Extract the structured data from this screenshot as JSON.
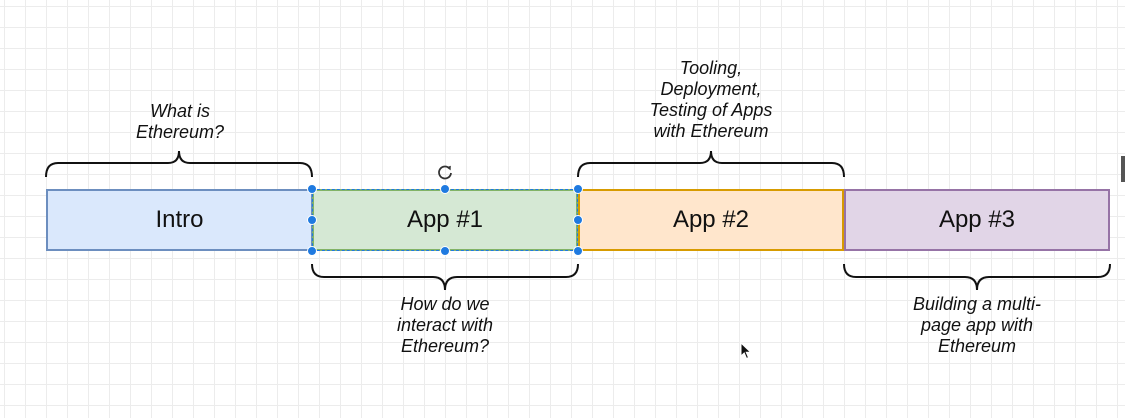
{
  "diagram": {
    "stages": [
      {
        "label": "Intro",
        "fill": "#dae8fc",
        "stroke": "#6c8ebf"
      },
      {
        "label": "App #1",
        "fill": "#d5e8d4",
        "stroke": "#82b366"
      },
      {
        "label": "App #2",
        "fill": "#ffe6cc",
        "stroke": "#d79b00"
      },
      {
        "label": "App #3",
        "fill": "#e1d5e7",
        "stroke": "#9673a6"
      }
    ],
    "annotations": {
      "intro": [
        "What is",
        "Ethereum?"
      ],
      "app1": [
        "How do we",
        "interact with",
        "Ethereum?"
      ],
      "app2": [
        "Tooling,",
        "Deployment,",
        "Testing of Apps",
        "with Ethereum"
      ],
      "app3": [
        "Building a multi-",
        "page app with",
        "Ethereum"
      ]
    },
    "selected_stage": "App #1",
    "selection_color": "#1f7ae0",
    "brace_color": "#111111"
  }
}
